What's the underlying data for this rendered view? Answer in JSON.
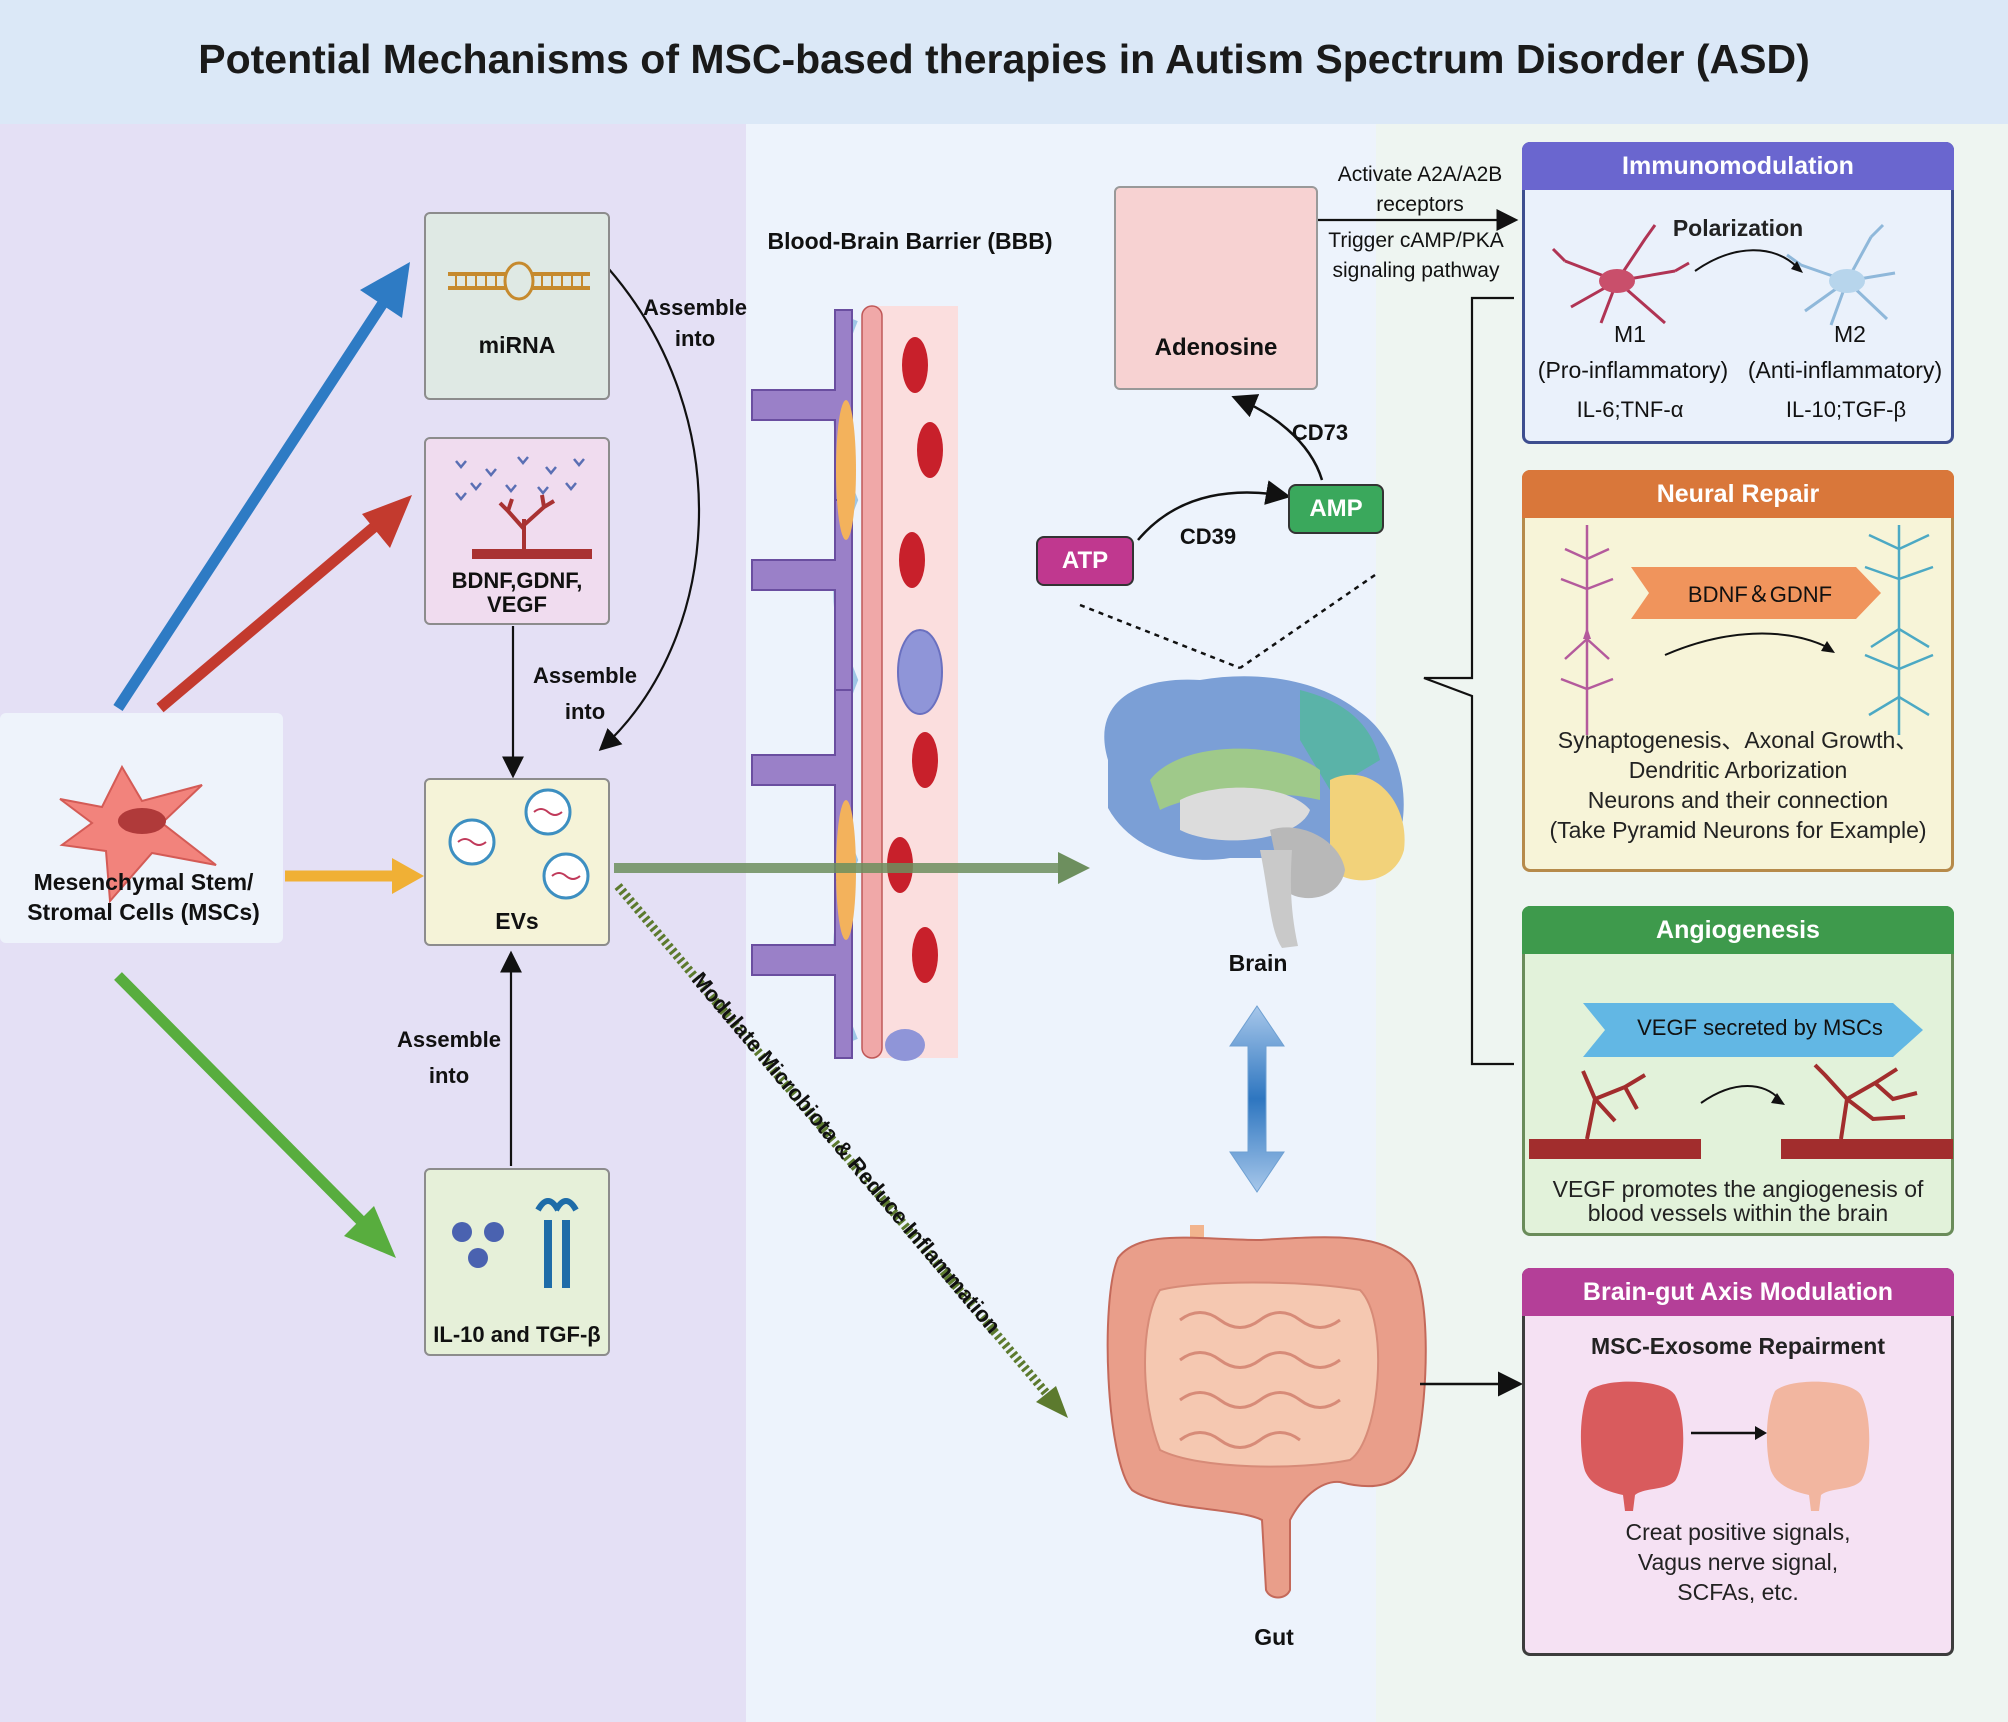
{
  "title": "Potential Mechanisms of MSC-based therapies in Autism Spectrum Disorder (ASD)",
  "msc": {
    "label_line1": "Mesenchymal Stem/",
    "label_line2": "Stromal Cells (MSCs)"
  },
  "mirna": {
    "label": "miRNA"
  },
  "neurotrophic": {
    "label_line1": "BDNF,GDNF,",
    "label_line2": "VEGF"
  },
  "evs": {
    "label": "EVs"
  },
  "cytokines": {
    "label": "IL-10 and TGF-β"
  },
  "assemble_top": {
    "line1": "Assemble",
    "line2": "into"
  },
  "assemble_mid": {
    "line1": "Assemble",
    "line2": "into"
  },
  "assemble_bottom": {
    "line1": "Assemble",
    "line2": "into"
  },
  "bbb": {
    "label": "Blood-Brain Barrier (BBB)"
  },
  "microbiota_arrow": {
    "label": "Modulate Microbiota & Reduce Inflammation"
  },
  "adenosine": {
    "label": "Adenosine",
    "activate_line1": "Activate A2A/A2B",
    "activate_line2": "receptors",
    "trigger_line1": "Trigger cAMP/PKA",
    "trigger_line2": "signaling pathway"
  },
  "purinergic": {
    "atp": "ATP",
    "amp": "AMP",
    "cd39": "CD39",
    "cd73": "CD73"
  },
  "brain": {
    "label": "Brain"
  },
  "gut": {
    "label": "Gut"
  },
  "immunomodulation": {
    "title": "Immunomodulation",
    "polarization": "Polarization",
    "m1": "M1",
    "m2": "M2",
    "m1_desc": "(Pro-inflammatory)",
    "m2_desc": "(Anti-inflammatory)",
    "m1_cytokines": "IL-6;TNF-α",
    "m2_cytokines": "IL-10;TGF-β",
    "color": "#6a66cf"
  },
  "neural_repair": {
    "title": "Neural Repair",
    "arrow_label": "BDNF＆GDNF",
    "line1": "Synaptogenesis、Axonal Growth、",
    "line2": "Dendritic Arborization",
    "line3": "Neurons and their connection",
    "line4": "(Take Pyramid Neurons for Example)",
    "color": "#d9773a"
  },
  "angiogenesis": {
    "title": "Angiogenesis",
    "arrow_label": "VEGF secreted by MSCs",
    "line1": "VEGF promotes the angiogenesis of",
    "line2": "blood vessels within the brain",
    "color": "#3e9a4c"
  },
  "brain_gut": {
    "title": "Brain-gut Axis Modulation",
    "subtitle": "MSC-Exosome Repairment",
    "line1": "Creat positive signals,",
    "line2": "Vagus nerve signal,",
    "line3": "SCFAs, etc.",
    "color": "#b43f98"
  }
}
